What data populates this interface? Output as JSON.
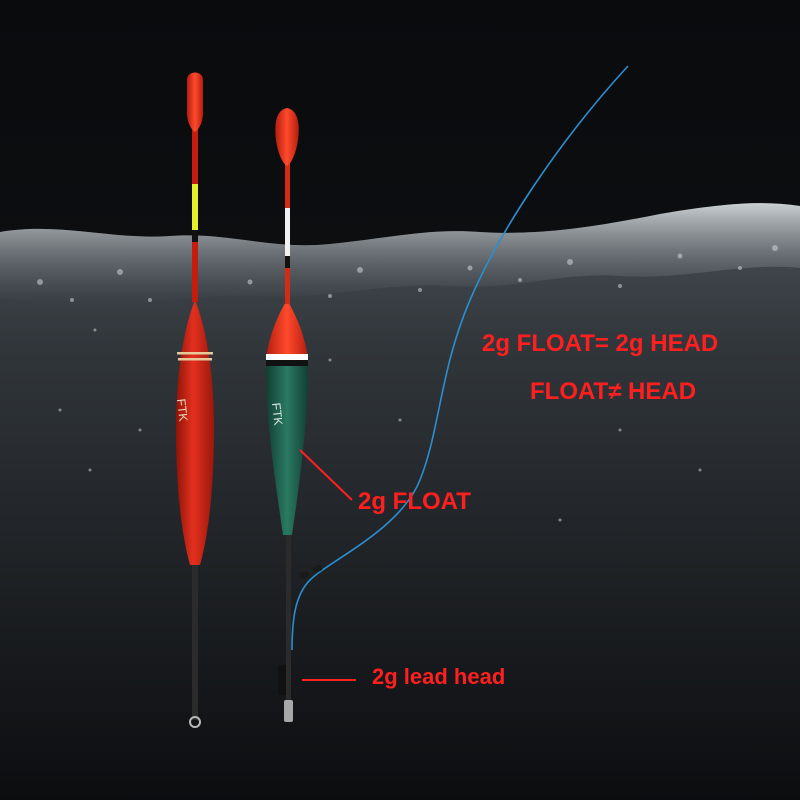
{
  "annotations": {
    "equation_line1": "2g FLOAT= 2g HEAD",
    "equation_line2": "FLOAT≠ HEAD",
    "float_label": "2g FLOAT",
    "head_label": "2g lead head"
  },
  "floats": [
    {
      "name": "red-float",
      "brand_text": "FTK",
      "body_color": "#d9261a"
    },
    {
      "name": "green-float",
      "brand_text": "FTK",
      "body_color": "#1f6b55"
    }
  ],
  "colors": {
    "label_red": "#ff1f1f",
    "fishing_line": "#2a8fd0",
    "water": "#2b3035",
    "background": "#0b0c0e"
  }
}
